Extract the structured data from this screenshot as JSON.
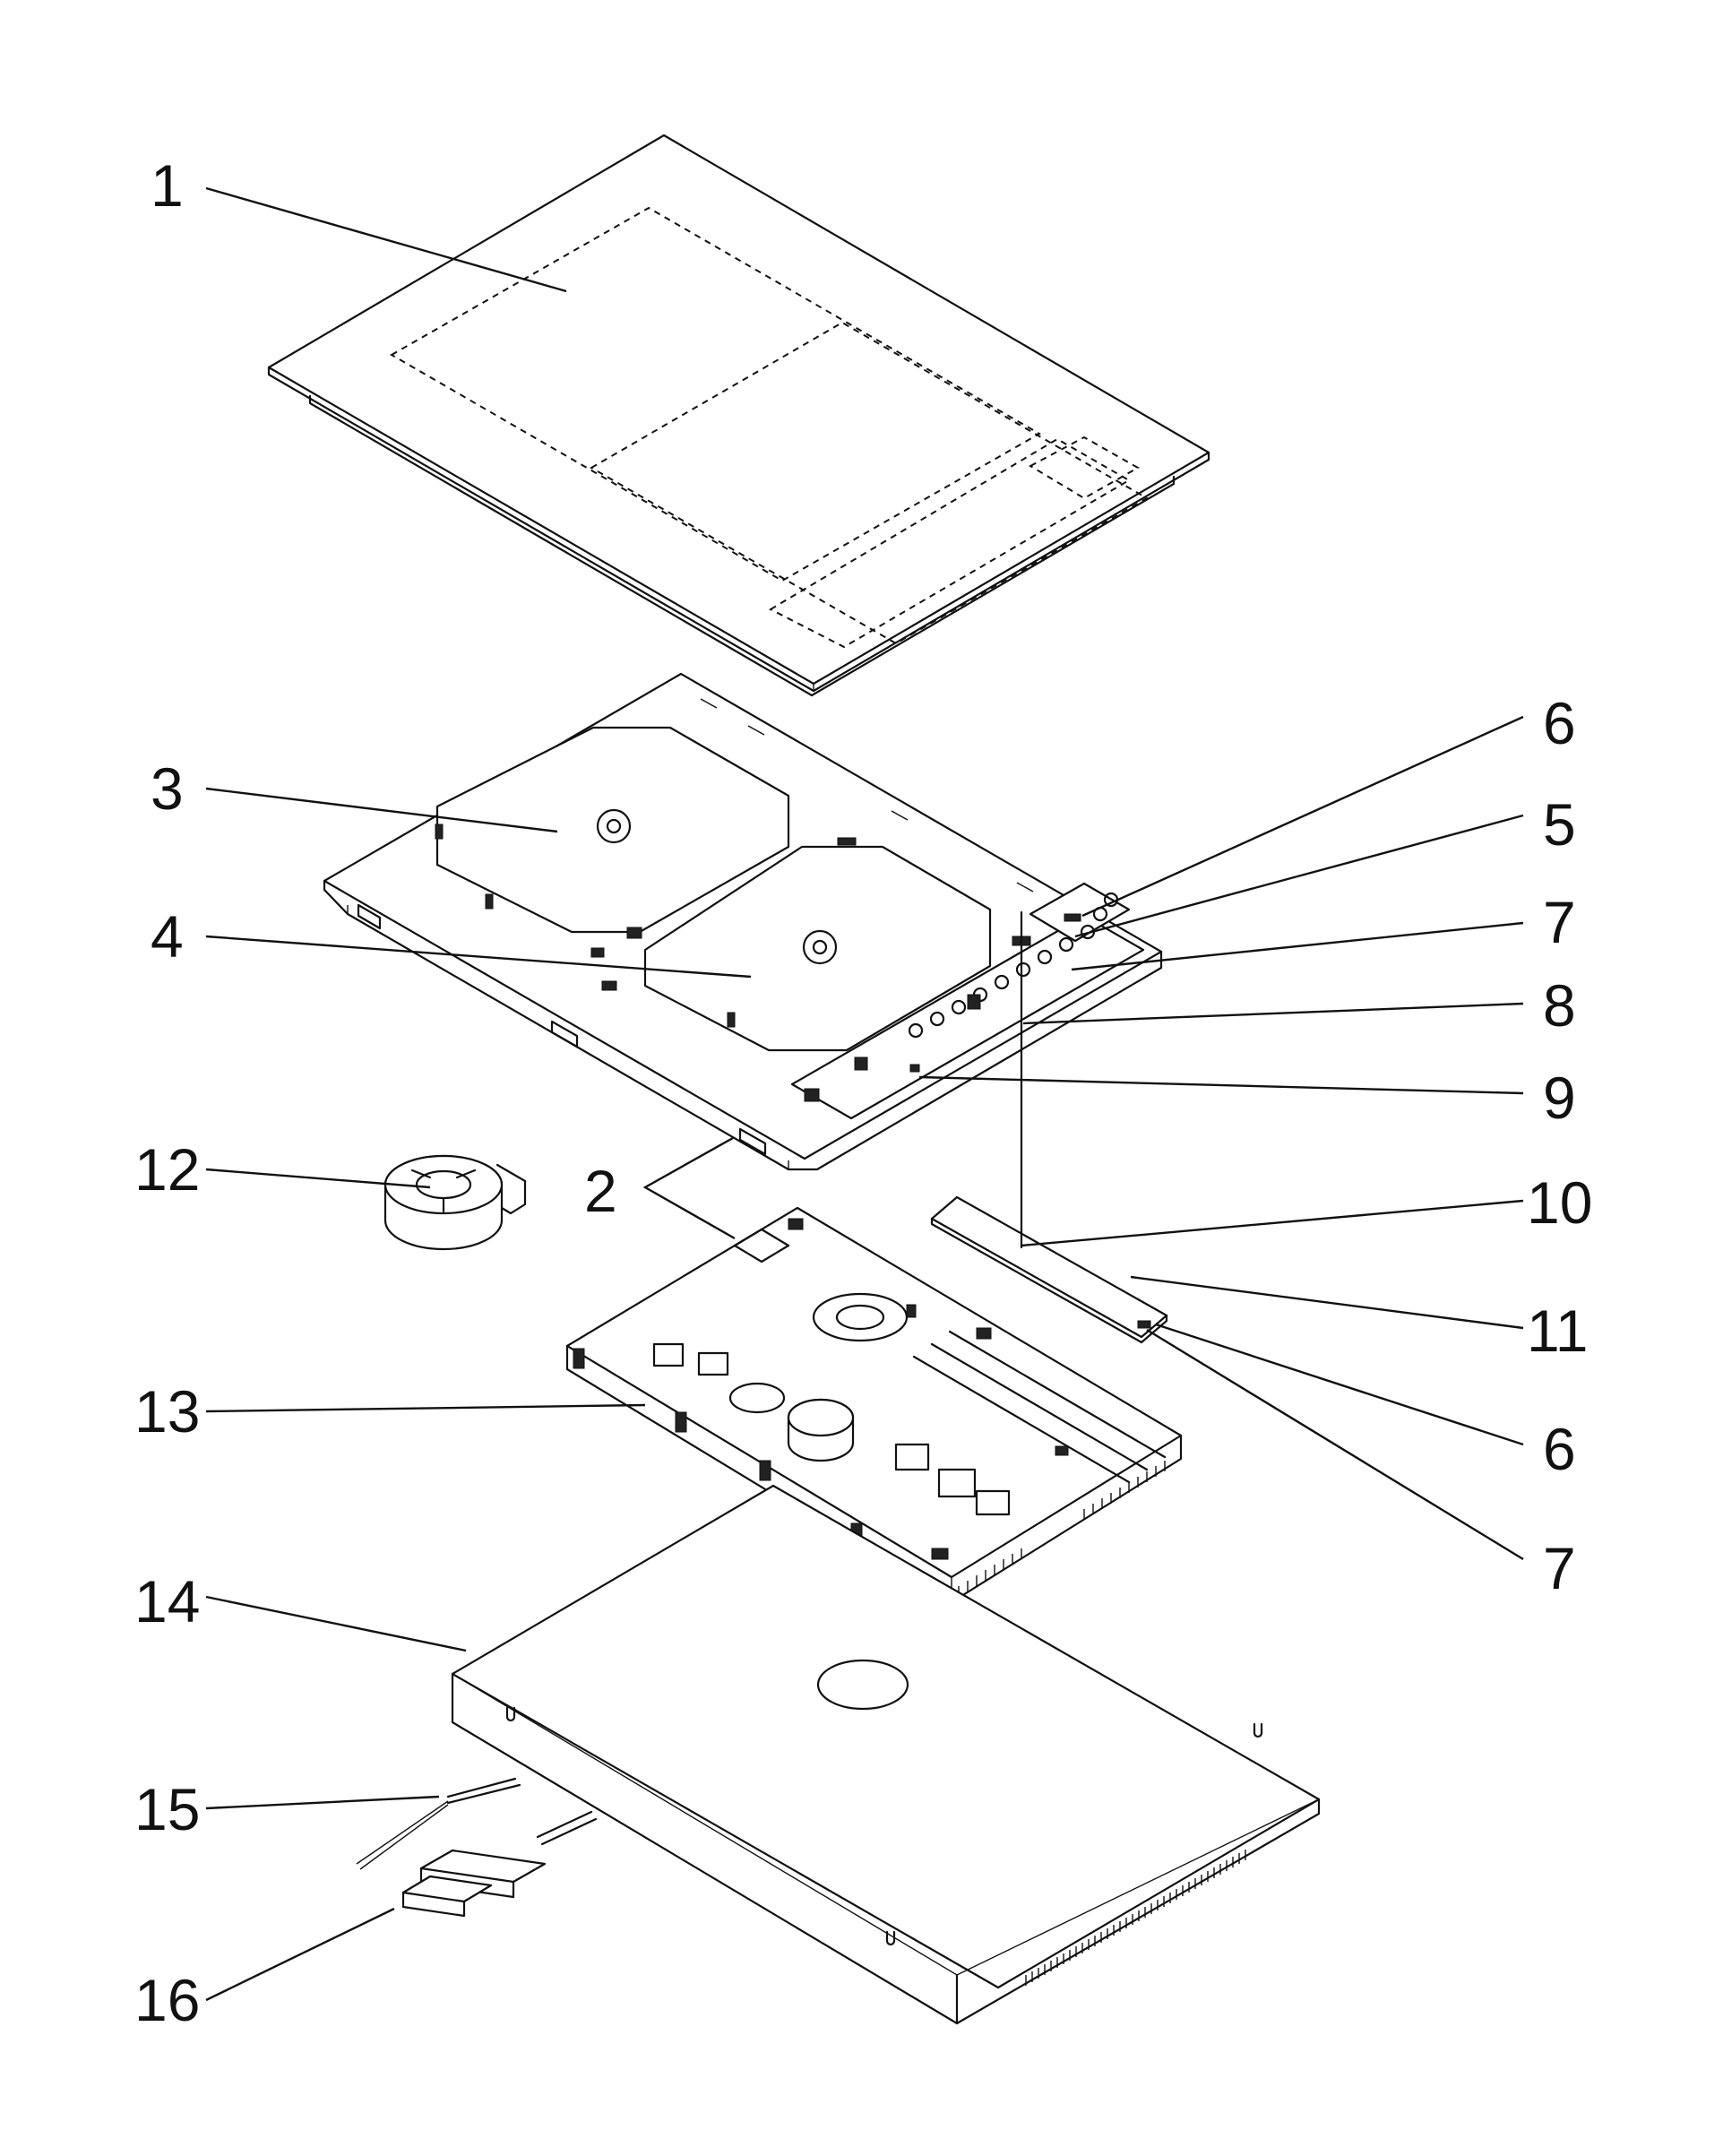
{
  "callouts": [
    "1",
    "2",
    "3",
    "4",
    "5",
    "6",
    "7",
    "8",
    "9",
    "10",
    "11",
    "6",
    "7",
    "12",
    "13",
    "14",
    "15",
    "16"
  ],
  "colors": {
    "line": "#111111",
    "background": "#ffffff"
  },
  "icons": [
    "glass-top-plate",
    "induction-coil",
    "fan",
    "control-board",
    "power-board",
    "bottom-housing",
    "power-cable",
    "terminal-block"
  ]
}
